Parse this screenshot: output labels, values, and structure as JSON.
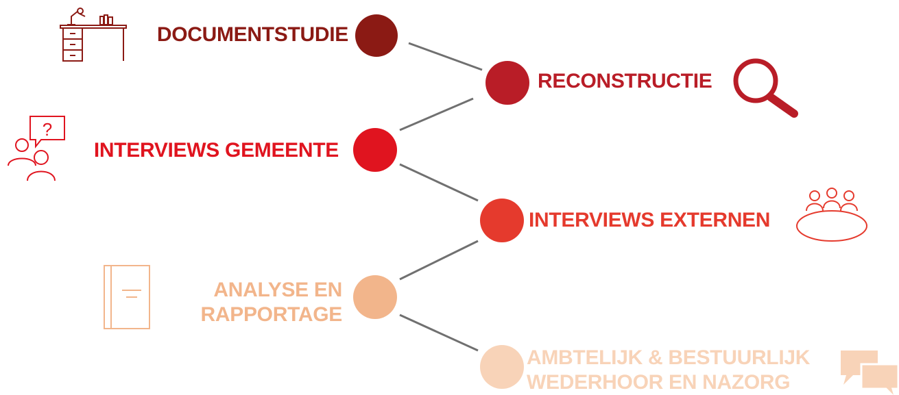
{
  "steps": [
    {
      "label": "DOCUMENTSTUDIE",
      "color": "#8b1a14",
      "icon": "desk-icon"
    },
    {
      "label": "RECONSTRUCTIE",
      "color": "#b91d27",
      "icon": "magnifier-icon"
    },
    {
      "label": "INTERVIEWS GEMEENTE",
      "color": "#e0141f",
      "icon": "interview-question-icon"
    },
    {
      "label": "INTERVIEWS EXTERNEN",
      "color": "#e53a2d",
      "icon": "meeting-table-icon"
    },
    {
      "label_line1": "ANALYSE EN",
      "label_line2": "RAPPORTAGE",
      "color": "#f2b58b",
      "icon": "report-book-icon"
    },
    {
      "label_line1": "AMBTELIJK & BESTUURLIJK",
      "label_line2": "WEDERHOOR EN NAZORG",
      "color": "#f8d3b8",
      "icon": "speech-bubbles-icon"
    }
  ],
  "connector_color": "#707070"
}
